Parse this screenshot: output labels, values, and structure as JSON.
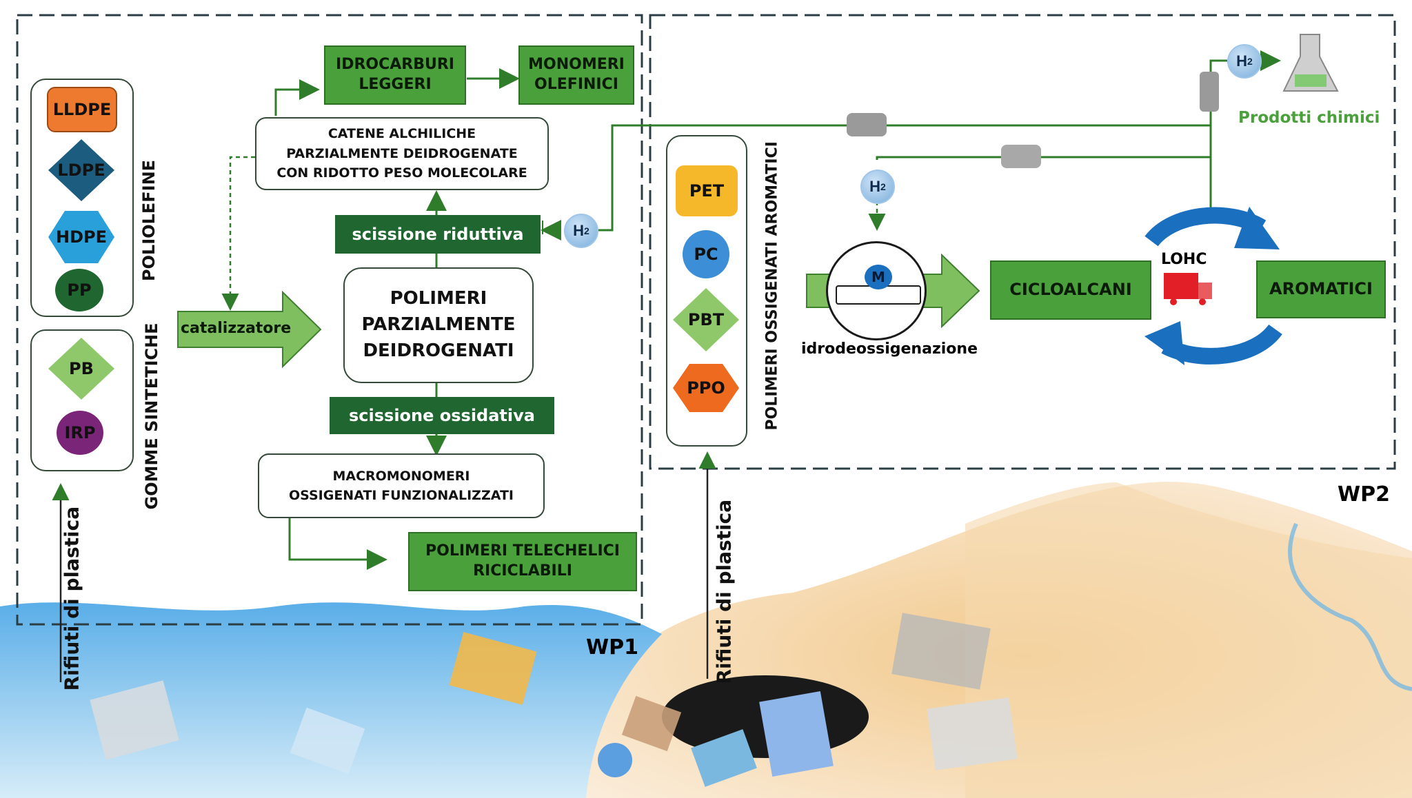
{
  "wp1": {
    "label": "WP1",
    "input_label": "Rifiuti di plastica",
    "poliolefine_label": "POLIOLEFINE",
    "gomme_label": "GOMME SINTETICHE",
    "poliolefine": [
      "LLDPE",
      "LDPE",
      "HDPE",
      "PP"
    ],
    "gomme": [
      "PB",
      "IRP"
    ],
    "catalyst": "catalizzatore",
    "center_box": [
      "POLIMERI",
      "PARZIALMENTE",
      "DEIDROGENATI"
    ],
    "reductive": "scissione riduttiva",
    "oxidative": "scissione ossidativa",
    "chains": [
      "CATENE ALCHILICHE",
      "PARZIALMENTE DEIDROGENATE",
      "CON RIDOTTO PESO MOLECOLARE"
    ],
    "light_hc": [
      "IDROCARBURI",
      "LEGGERI"
    ],
    "monomers": [
      "MONOMERI",
      "OLEFINICI"
    ],
    "macromonomers": [
      "MACROMONOMERI",
      "OSSIGENATI FUNZIONALIZZATI"
    ],
    "telechelic": [
      "POLIMERI TELECHELICI",
      "RICICLABILI"
    ],
    "h2": "H"
  },
  "wp2": {
    "label": "WP2",
    "input_label": "Rifiuti di plastica",
    "aromatics_label": "POLIMERI OSSIGENATI AROMATICI",
    "polymers": [
      "PET",
      "PC",
      "PBT",
      "PPO"
    ],
    "metal": "M",
    "hdo": "idrodeossigenazione",
    "cycloalkanes": "CICLOALCANI",
    "aromatics": "AROMATICI",
    "lohc": "LOHC",
    "chemicals": "Prodotti chimici",
    "h2": "H"
  },
  "colors": {
    "green_box": "#4aa03a",
    "dark_green": "#1f6630",
    "arrow_blue": "#1a6fbf",
    "lldpe": "#ee7a2f",
    "ldpe": "#1c5d7f",
    "hdpe": "#2aa0da",
    "pp": "#1f6630",
    "pb": "#8fc86a",
    "irp": "#7a2577",
    "pet": "#f5b82a",
    "pc": "#3c8fd6",
    "pbt": "#8fc86a",
    "ppo": "#ee6a1f",
    "chem_text": "#4aa03a"
  }
}
